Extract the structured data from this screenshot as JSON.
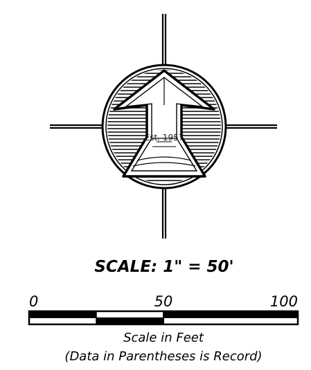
{
  "north_arrow": {
    "logo_text": "Est. 1957"
  },
  "scale": {
    "title": "SCALE: 1\" = 50'",
    "ticks": [
      {
        "label": "0",
        "value": 0
      },
      {
        "label": "50",
        "value": 50
      },
      {
        "label": "100",
        "value": 100
      }
    ],
    "units_label": "Scale in Feet",
    "note": "(Data in Parentheses is Record)"
  },
  "colors": {
    "ink": "#000000",
    "paper": "#ffffff"
  }
}
